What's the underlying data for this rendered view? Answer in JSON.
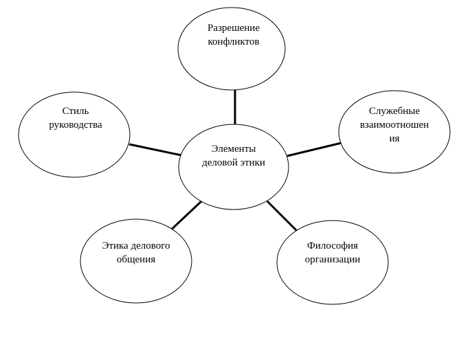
{
  "diagram": {
    "center": {
      "line1": "Элементы",
      "line2": "деловой этики"
    },
    "conflicts": {
      "line1": "Разрешение",
      "line2": "конфликтов"
    },
    "style": {
      "line1": "Стиль",
      "line2": "руководства"
    },
    "relations": {
      "line1": "Служебные",
      "line2": "взаимоотношен",
      "line3": "ия"
    },
    "communication": {
      "line1": "Этика делового",
      "line2": "общения"
    },
    "philosophy": {
      "line1": "Философия",
      "line2": "организации"
    }
  }
}
